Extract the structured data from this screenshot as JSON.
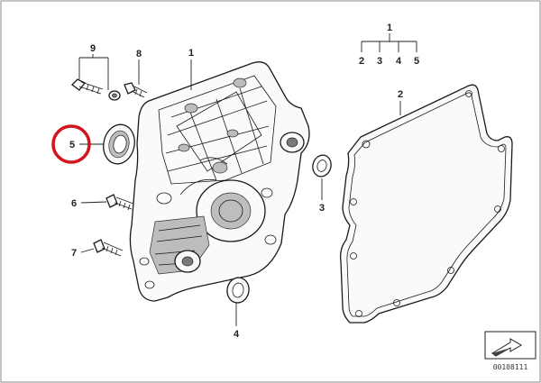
{
  "callouts": {
    "c1": "1",
    "c1_items": [
      "2",
      "3",
      "4",
      "5"
    ],
    "c2": "2",
    "c3": "3",
    "c4": "4",
    "c5": "5",
    "c6": "6",
    "c7": "7",
    "c8": "8",
    "c9": "9"
  },
  "highlight_color": "#d0161c",
  "reference_number": "00108111"
}
